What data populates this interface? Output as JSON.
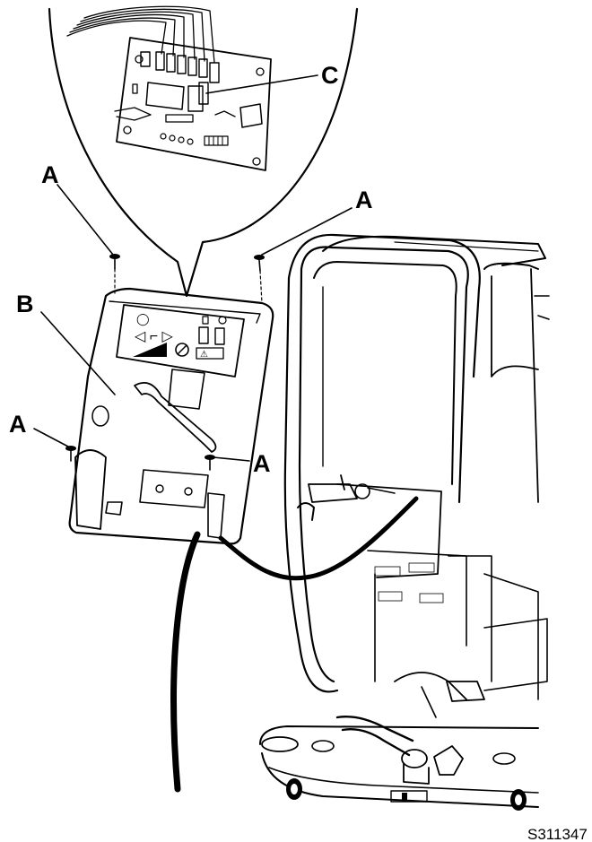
{
  "callouts": {
    "a": "A",
    "b": "B",
    "c": "C"
  },
  "figure_id": "S311347",
  "panel_glyphs": {
    "arrows": "◁ ⌐ ▷",
    "warning": "⚠"
  }
}
